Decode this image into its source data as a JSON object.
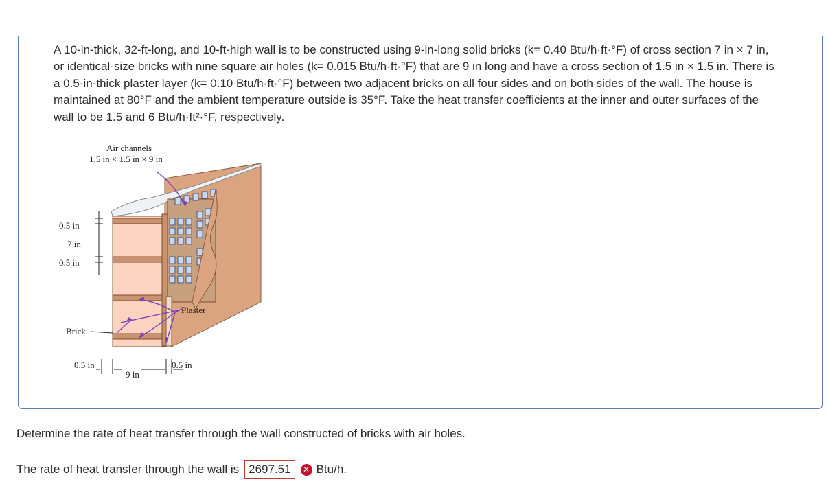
{
  "problem": {
    "statement": "A 10-in-thick, 32-ft-long, and 10-ft-high wall is to be constructed using 9-in-long solid bricks (k= 0.40 Btu/h·ft·°F) of cross section 7 in × 7 in, or identical-size bricks with nine square air holes (k= 0.015 Btu/h·ft·°F) that are 9 in long and have a cross section of 1.5 in × 1.5 in. There is a 0.5-in-thick plaster layer (k= 0.10 Btu/h·ft·°F) between two adjacent bricks on all four sides and on both sides of the wall. The house is maintained at 80°F and the ambient temperature outside is 35°F. Take the heat transfer coefficients at the inner and outer surfaces of the wall to be 1.5 and 6 Btu/h·ft²·°F, respectively."
  },
  "figure": {
    "label_air_channels": "Air channels",
    "label_air_dims": "1.5 in × 1.5 in × 9 in",
    "label_top_plaster": "0.5 in",
    "label_brick_height": "7 in",
    "label_bottom_plaster": "0.5 in",
    "label_plaster": "Plaster",
    "label_brick": "Brick",
    "label_left_thickness": "0.5 in",
    "label_brick_length": "9 in",
    "label_right_thickness": "0.5 in",
    "colors": {
      "brick_face": "#fcd3c0",
      "plaster": "#d7a47e",
      "frame": "#bf8a66",
      "air_channel": "#c9d6ee",
      "arrow": "#7b3fb5"
    }
  },
  "question": {
    "text": "Determine the rate of heat transfer through the wall constructed of bricks with air holes."
  },
  "answer": {
    "prefix": "The rate of heat transfer through the wall is",
    "value": "2697.51",
    "unit": "Btu/h.",
    "status": "incorrect",
    "status_color": "#c8102e"
  }
}
